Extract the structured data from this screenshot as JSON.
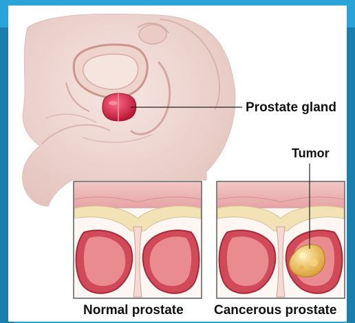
{
  "labels": {
    "prostate_gland": "Prostate gland",
    "tumor": "Tumor",
    "normal_prostate": "Normal prostate",
    "cancerous_prostate": "Cancerous prostate"
  },
  "colors": {
    "frame": "#2aa3d8",
    "skin": "#f1dad6",
    "prostate": "#d4234a",
    "tissue": "#e8a2a4",
    "tumor": "#f0c35a"
  }
}
